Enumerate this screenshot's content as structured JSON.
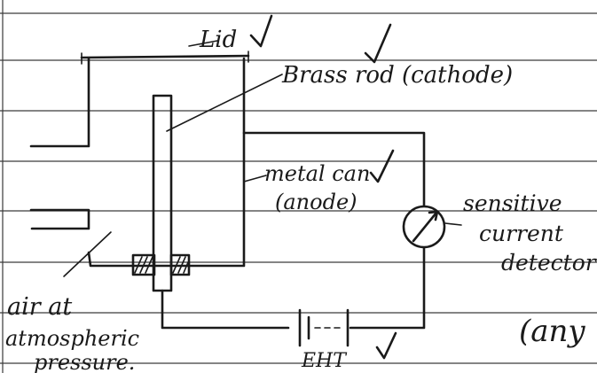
{
  "labels": {
    "lid": "Lid",
    "brass_rod": "Brass rod (cathode)",
    "metal_can_line1": "metal can",
    "metal_can_line2": "(anode)",
    "detector_line1": "sensitive",
    "detector_line2": "current",
    "detector_line3": "detector",
    "air_line1": "air at",
    "air_line2": "atmospheric",
    "air_line3": "pressure.",
    "eht": "EHT",
    "margin_note": "(any"
  },
  "colors": {
    "ink": "#1a1a1a",
    "paper": "#ffffff",
    "rule": "#3a3a3a"
  }
}
